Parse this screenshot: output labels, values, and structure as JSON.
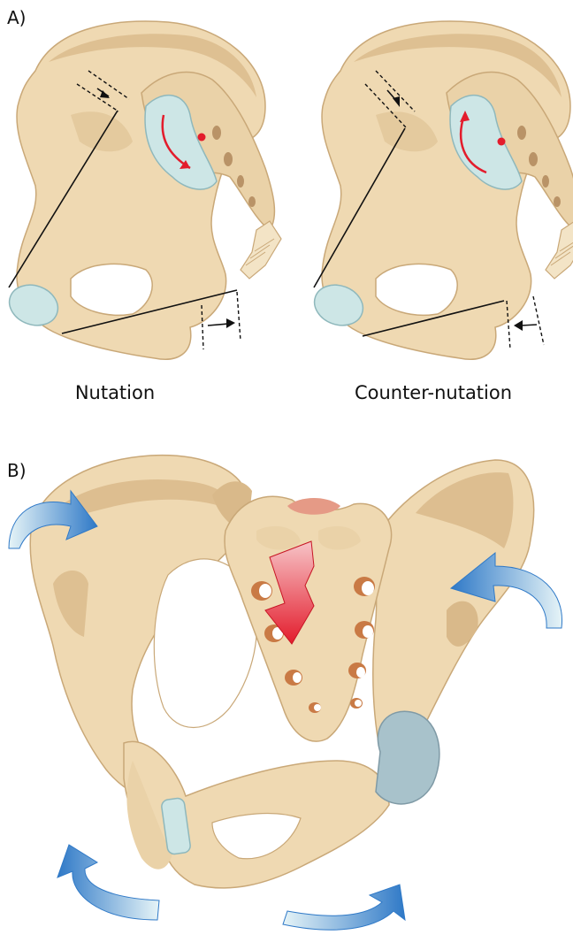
{
  "panel_a": {
    "label": "A)"
  },
  "panel_b": {
    "label": "B)"
  },
  "captions": {
    "left": "Nutation",
    "right": "Counter-nutation"
  },
  "colors": {
    "bone": "#efd9b2",
    "bone_shadow": "#d9b98a",
    "bone_dark": "#b99367",
    "cartilage": "#cde6e6",
    "red_arrow": "#e31c2c",
    "blue_arrow": "#2f79c7",
    "line": "#111111"
  }
}
